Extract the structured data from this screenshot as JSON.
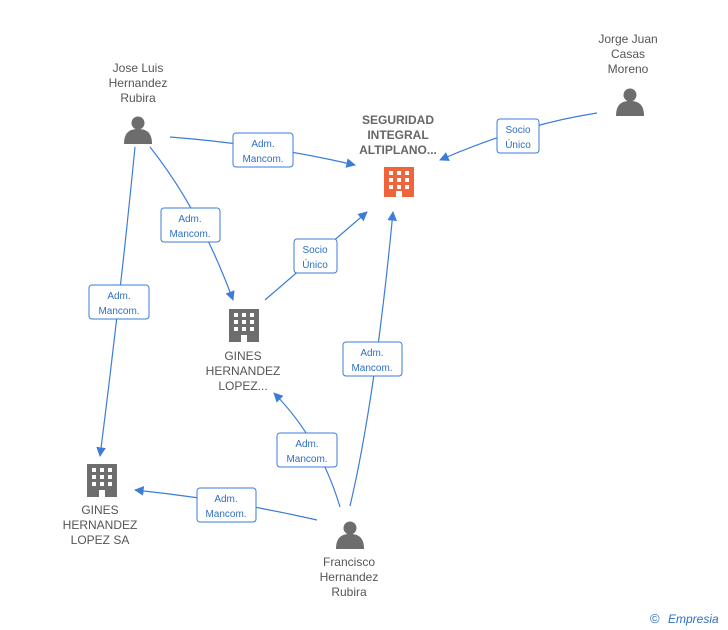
{
  "diagram": {
    "nodes": {
      "jose": {
        "type": "person",
        "lines": [
          "Jose Luis",
          "Hernandez",
          "Rubira"
        ]
      },
      "jorge": {
        "type": "person",
        "lines": [
          "Jorge Juan",
          "Casas",
          "Moreno"
        ]
      },
      "francisco": {
        "type": "person",
        "lines": [
          "Francisco",
          "Hernandez",
          "Rubira"
        ]
      },
      "seguridad": {
        "type": "company-highlight",
        "lines": [
          "SEGURIDAD",
          "INTEGRAL",
          "ALTIPLANO..."
        ]
      },
      "gines_lopez": {
        "type": "company",
        "lines": [
          "GINES",
          "HERNANDEZ",
          "LOPEZ..."
        ]
      },
      "gines_sa": {
        "type": "company",
        "lines": [
          "GINES",
          "HERNANDEZ",
          "LOPEZ SA"
        ]
      }
    },
    "edges": [
      {
        "id": "jose-seguridad",
        "lines": [
          "Adm.",
          "Mancom."
        ]
      },
      {
        "id": "jorge-seguridad",
        "lines": [
          "Socio",
          "Único"
        ]
      },
      {
        "id": "jose-gines-lopez",
        "lines": [
          "Adm.",
          "Mancom."
        ]
      },
      {
        "id": "gines-lopez-seguridad",
        "lines": [
          "Socio",
          "Único"
        ]
      },
      {
        "id": "jose-gines-sa",
        "lines": [
          "Adm.",
          "Mancom."
        ]
      },
      {
        "id": "francisco-seguridad",
        "lines": [
          "Adm.",
          "Mancom."
        ]
      },
      {
        "id": "francisco-gines-lopez",
        "lines": [
          "Adm.",
          "Mancom."
        ]
      },
      {
        "id": "francisco-gines-sa",
        "lines": [
          "Adm.",
          "Mancom."
        ]
      }
    ],
    "colors": {
      "edge": "#3b7dd8",
      "person_icon": "#6d6d6d",
      "company_icon": "#6d6d6d",
      "highlight_icon": "#f0643c",
      "label_text": "#555555"
    }
  },
  "footer": {
    "copyright_symbol": "©",
    "brand": "Empresia"
  }
}
